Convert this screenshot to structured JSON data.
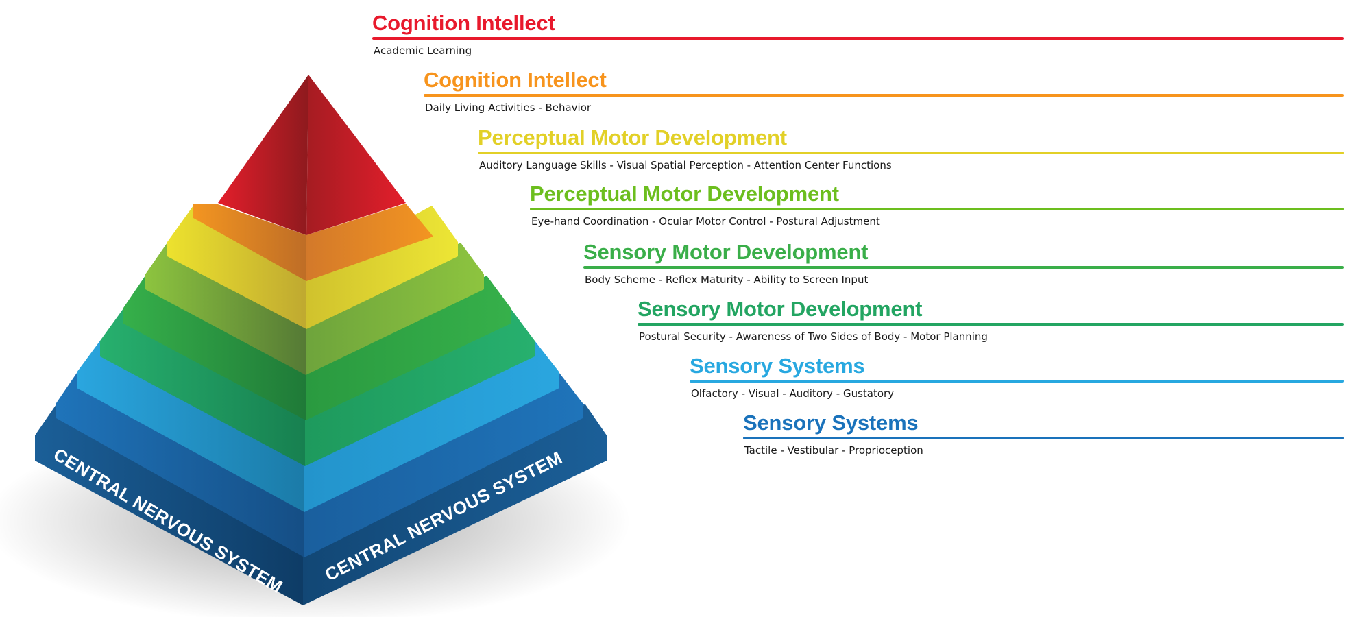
{
  "diagram": {
    "type": "stacked-pyramid",
    "base_label_left": "CENTRAL NERVOUS SYSTEM",
    "base_label_right": "CENTRAL NERVOUS SYSTEM",
    "levels": [
      {
        "title": "Cognition Intellect",
        "subtitle": "Academic Learning",
        "color": "#E8192C"
      },
      {
        "title": "Cognition Intellect",
        "subtitle": "Daily Living Activities - Behavior",
        "color": "#F7941D"
      },
      {
        "title": "Perceptual Motor Development",
        "subtitle": "Auditory Language Skills - Visual Spatial Perception - Attention Center Functions",
        "color": "#E2D027"
      },
      {
        "title": "Perceptual Motor Development",
        "subtitle": "Eye-hand Coordination - Ocular Motor Control - Postural Adjustment",
        "color": "#6CBE1E"
      },
      {
        "title": "Sensory Motor Development",
        "subtitle": "Body Scheme - Reflex Maturity - Ability to Screen Input",
        "color": "#3AAE49"
      },
      {
        "title": "Sensory Motor Development",
        "subtitle": "Postural Security - Awareness of Two Sides of Body - Motor Planning",
        "color": "#23A562"
      },
      {
        "title": "Sensory Systems",
        "subtitle": "Olfactory - Visual - Auditory - Gustatory",
        "color": "#28A8E0"
      },
      {
        "title": "Sensory Systems",
        "subtitle": "Tactile - Vestibular - Proprioception",
        "color": "#1A72BB"
      }
    ]
  }
}
